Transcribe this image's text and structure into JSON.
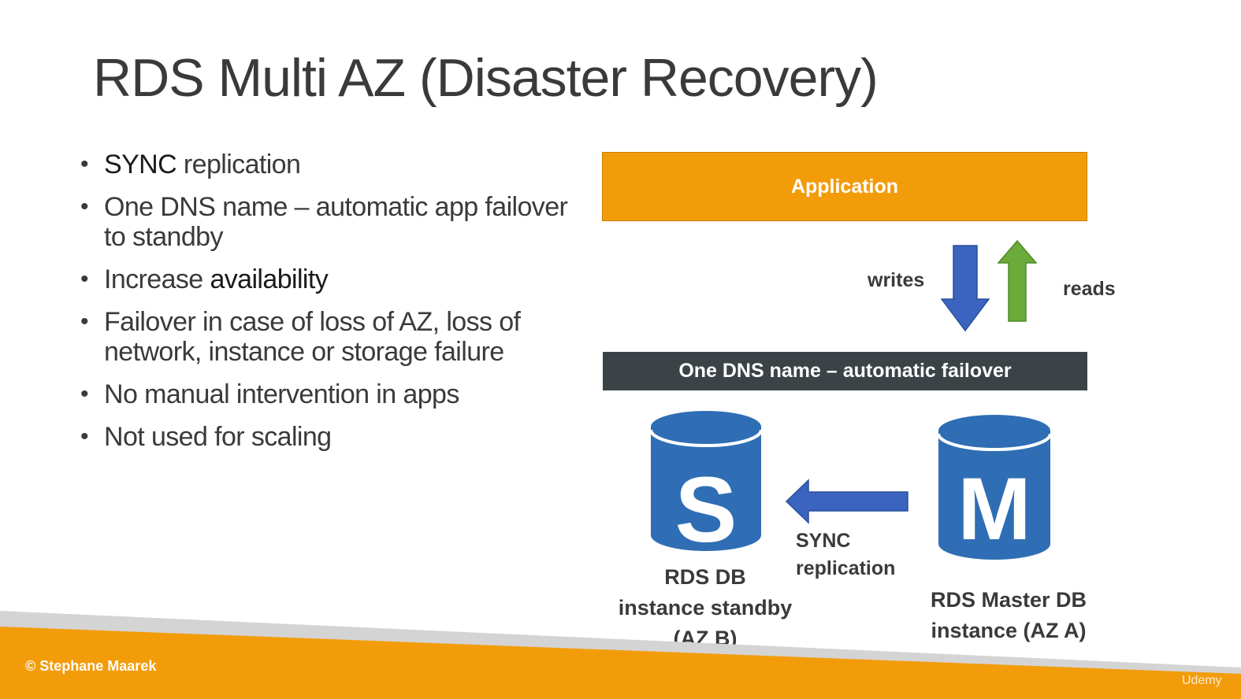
{
  "slide": {
    "title": "RDS Multi AZ (Disaster Recovery)",
    "bullets": [
      {
        "strong": "SYNC",
        "text": " replication"
      },
      {
        "text": "One DNS name – automatic app failover to standby"
      },
      {
        "text": "Increase ",
        "strong_after": "availability"
      },
      {
        "text": "Failover in case of loss of AZ, loss of network, instance or storage failure"
      },
      {
        "text": "No manual intervention in apps"
      },
      {
        "text": "Not used for scaling"
      }
    ],
    "bullet_glyph": "•"
  },
  "diagram": {
    "application_label": "Application",
    "writes_label": "writes",
    "reads_label": "reads",
    "dns_label": "One DNS name – automatic failover",
    "standby_letter": "S",
    "master_letter": "M",
    "sync_label_line1": "SYNC",
    "sync_label_line2": "replication",
    "standby_label_line1": "RDS DB",
    "standby_label_line2": "instance standby",
    "standby_label_line3": "(AZ B)",
    "master_label_line1": "RDS Master DB",
    "master_label_line2": "instance (AZ A)",
    "colors": {
      "application": "#f39c0a",
      "dns_bar": "#3c4346",
      "db_blue": "#2f6eb5",
      "arrow_blue": "#3a64c0",
      "arrow_green": "#6aab3a",
      "footer_orange": "#f39c0a"
    }
  },
  "footer": {
    "copyright": "© Stephane Maarek",
    "watermark": "Udemy"
  }
}
